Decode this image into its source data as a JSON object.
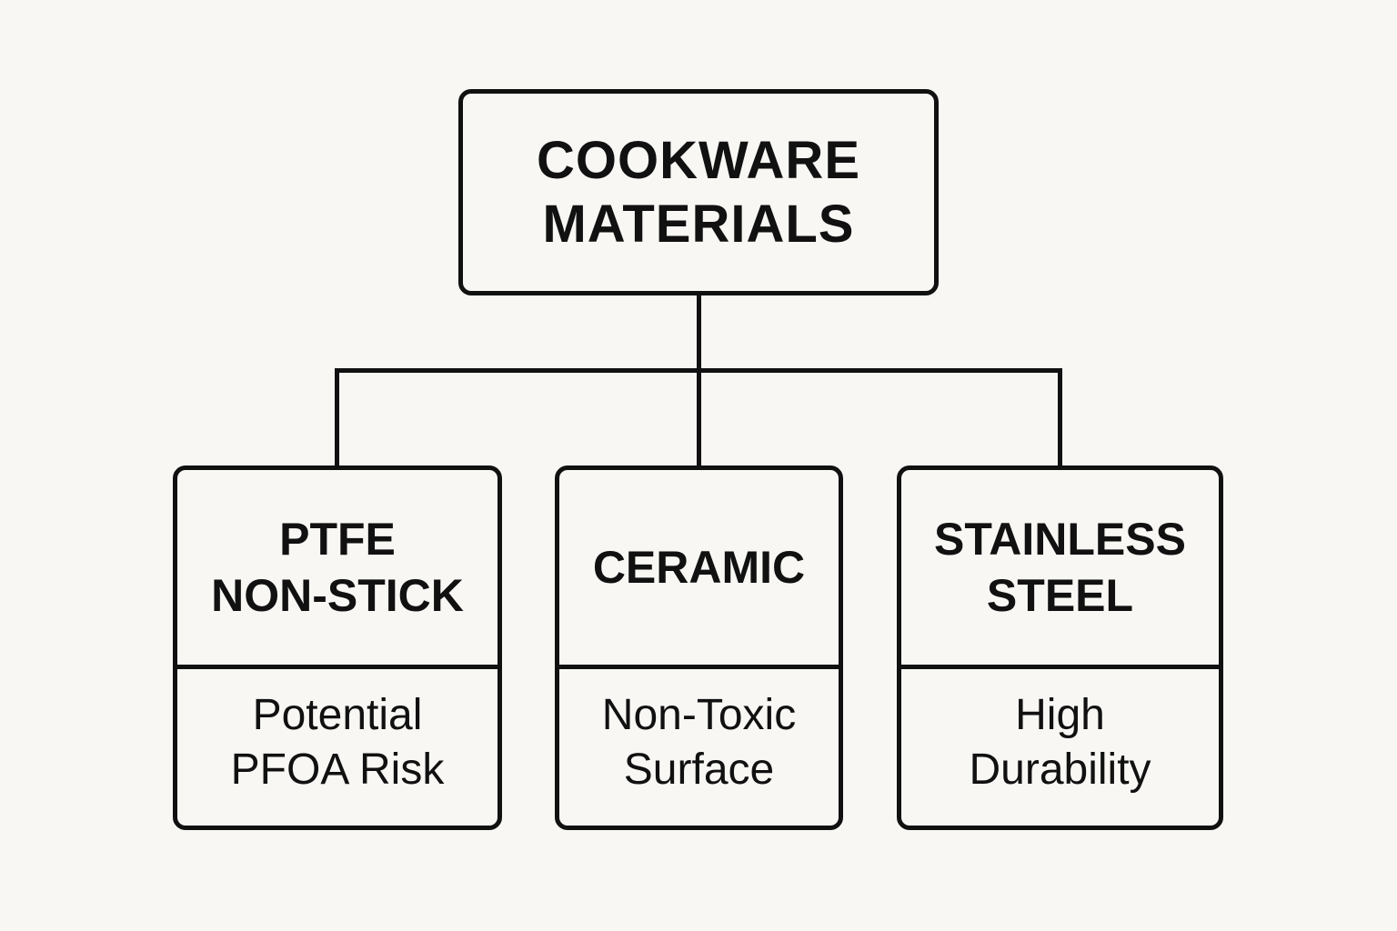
{
  "root": {
    "lines": [
      "COOKWARE",
      "MATERIALS"
    ]
  },
  "children": [
    {
      "title": [
        "PTFE",
        "NON-STICK"
      ],
      "desc": [
        "Potential",
        "PFOA Risk"
      ]
    },
    {
      "title": [
        "CERAMIC"
      ],
      "desc": [
        "Non-Toxic",
        "Surface"
      ]
    },
    {
      "title": [
        "STAINLESS",
        "STEEL"
      ],
      "desc": [
        "High",
        "Durability"
      ]
    }
  ],
  "colors": {
    "background": "#f8f7f4",
    "stroke": "#111111"
  }
}
